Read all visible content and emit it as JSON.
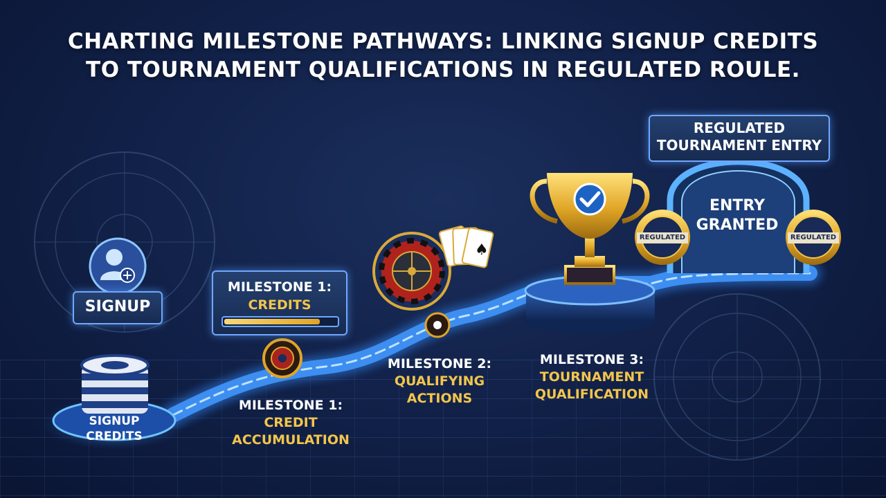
{
  "title": {
    "line1": "CHARTING MILESTONE PATHWAYS: LINKING SIGNUP CREDITS",
    "line2": "TO TOURNAMENT QUALIFICATIONS IN REGULATED ROULE."
  },
  "signup": {
    "label": "SIGNUP",
    "chips_line1": "SIGNUP",
    "chips_line2": "CREDITS"
  },
  "milestone1_card": {
    "line1": "MILESTONE 1:",
    "line2": "CREDITS",
    "progress": 0.85
  },
  "milestone1": {
    "line1": "MILESTONE 1:",
    "line2": "CREDIT",
    "line3": "ACCUMULATION"
  },
  "milestone2": {
    "line1": "MILESTONE 2:",
    "line2": "QUALIFYING",
    "line3": "ACTIONS"
  },
  "milestone3": {
    "line1": "MILESTONE 3:",
    "line2": "TOURNAMENT",
    "line3": "QUALIFICATION"
  },
  "entry": {
    "banner_line1": "REGULATED",
    "banner_line2": "TOURNAMENT ENTRY",
    "granted_line1": "ENTRY",
    "granted_line2": "GRANTED",
    "badge_text": "REGULATED"
  },
  "colors": {
    "accent": "#4aa8ff",
    "gold": "#f3c54b",
    "bg": "#12224a"
  },
  "icons": [
    "add-user-icon",
    "chip-stack-icon",
    "roulette-wheel-icon",
    "playing-cards-icon",
    "trophy-icon",
    "check-icon",
    "regulated-badge-icon"
  ]
}
